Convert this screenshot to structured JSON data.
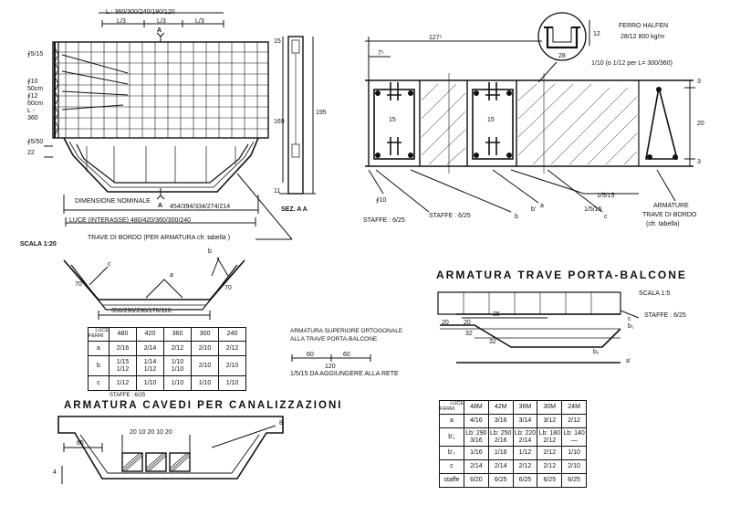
{
  "top_left": {
    "span_label": "L : 360/300/240/180/120",
    "l3_a": "L/3",
    "l3_b": "L/3",
    "l3_c": "L/3",
    "marker_a": "A",
    "bar_515": "∮5/15",
    "bar_10": "∮10",
    "dim_50cm": "50cm",
    "bar_12": "∮12",
    "dim_60cm": "60cm",
    "bar_l": "L -",
    "bar_360": "360",
    "bar_50": "∮5/50",
    "dim_22": "22",
    "dim_nominale": "DIMENSIONE  NOMINALE",
    "nominale_vals": "454/394/334/274/214",
    "marker_a2": "A",
    "luce_label": "LUCE  (INTERASSE)  480/420/360/300/240",
    "trave_bordo": "TRAVE  DI BORDO  (PER ARMATURA  cfr.  tabella )",
    "scala": "SCALA 1:20",
    "dim_15": "15",
    "dim_169": "169",
    "dim_195": "195",
    "dim_11": "11",
    "sez_aa": "SEZ. A A"
  },
  "top_right": {
    "ferro_halfen": "FERRO HALFEN",
    "halfen_size": "28/12   800 kg/m",
    "dim_28": "28",
    "dim_12": "12",
    "dim_127": "127⁵",
    "dim_75": "7⁵",
    "bar_note": "1/10 (o 1/12 per L= 300/360)",
    "dim_3a": "3",
    "dim_20": "20",
    "dim_3b": "3",
    "dim_15a": "15",
    "dim_15b": "15",
    "label_10": "∮10",
    "staffe_a": "STAFFE : 6/25",
    "staffe_b": "STAFFE : 6/25",
    "label_515a": "1/5/15",
    "label_515b": "1/5/15",
    "label_a": "a",
    "label_b1": "b",
    "label_b2": "b'",
    "label_c": "c",
    "armature": "ARMATURE",
    "trave_di_bordo": "TRAVE  DI BORDO",
    "cfr_tabella": "(cfr. tabella)"
  },
  "mid_left": {
    "label_c": "c",
    "label_b": "b",
    "label_a": "a",
    "dim_70a": "70",
    "dim_70b": "70",
    "bottom_dims": "356/296/236/176/116"
  },
  "luce_table": {
    "corner_top": "LUCE",
    "corner_bottom": "FERRI",
    "headers": [
      "480",
      "420",
      "360",
      "300",
      "240"
    ],
    "rows": [
      {
        "label": "a",
        "cells": [
          "2/16",
          "2/14",
          "2/12",
          "2/10",
          "2/12"
        ]
      },
      {
        "label": "b",
        "cells": [
          "1/15\n1/12",
          "1/14\n1/12",
          "1/10\n1/10",
          "2/10",
          "2/10"
        ]
      },
      {
        "label": "c",
        "cells": [
          "1/12",
          "1/10",
          "1/10",
          "1/10",
          "1/10"
        ]
      }
    ],
    "staffe": "STAFFE : 6/25"
  },
  "armatura_superiore": {
    "line1": "ARMATURA SUPERIORE ORTOGONALE",
    "line2": "ALLA TRAVE PORTA-BALCONE",
    "dim_60a": "60",
    "dim_60b": "60",
    "dim_120": "120",
    "note": "1/5/15 DA AGGIUNGERE ALLA RETE"
  },
  "porta_balcone": {
    "title": "ARMATURA   TRAVE  PORTA-BALCONE",
    "scala": "SCALA  1:5",
    "dim_25": "25",
    "dim_20a": "20",
    "dim_32a": "32",
    "dim_32b": "32",
    "dim_20b": "20",
    "label_c": "c",
    "label_b1": "b₁",
    "label_b2": "b₂",
    "label_a": "a'",
    "staffe": "STAFFE : 6/25"
  },
  "cavedi": {
    "title": "ARMATURA  CAVEDI  PER  CANALIZZAZIONI",
    "dims_top": "20  10  20  10  20",
    "dim_65": "65",
    "dim_8": "8",
    "dim_4": "4"
  },
  "m_table": {
    "corner_top": "LUCE",
    "corner_bottom": "FERRI",
    "headers": [
      "48M",
      "42M",
      "36M",
      "30M",
      "24M"
    ],
    "rows": [
      {
        "label": "a",
        "cells": [
          "4/16",
          "3/16",
          "3/14",
          "3/12",
          "2/12"
        ]
      },
      {
        "label": "b'₁",
        "cells": [
          "Lb: 290\n3/16",
          "Lb: 250\n2/16",
          "Lb: 220\n2/14",
          "Lb: 180\n2/12",
          "Lb: 140\n—"
        ]
      },
      {
        "label": "b'₂",
        "cells": [
          "1/16",
          "1/16",
          "1/12",
          "2/12",
          "1/10"
        ]
      },
      {
        "label": "c",
        "cells": [
          "2/14",
          "2/14",
          "2/12",
          "2/12",
          "2/10"
        ]
      },
      {
        "label": "staffe",
        "cells": [
          "6/20",
          "6/25",
          "6/25",
          "6/25",
          "6/25"
        ]
      }
    ]
  }
}
